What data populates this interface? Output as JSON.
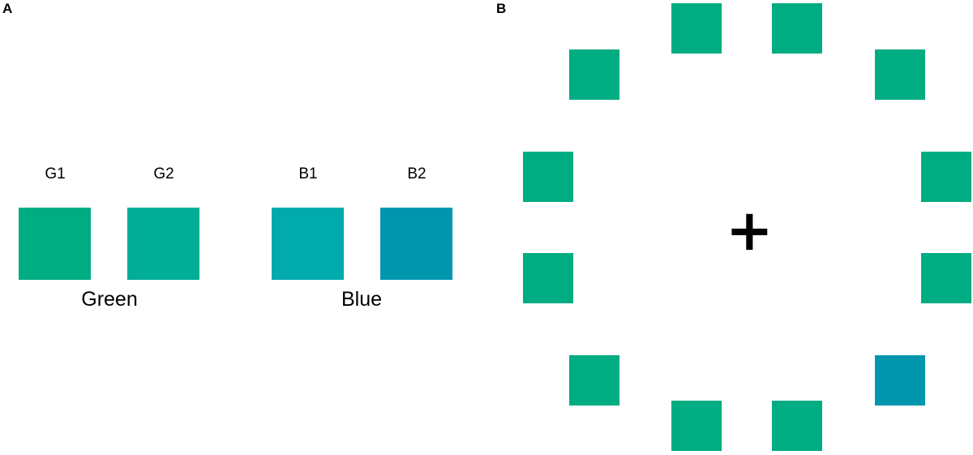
{
  "panels": {
    "a": {
      "letter": "A"
    },
    "b": {
      "letter": "B"
    }
  },
  "colors": {
    "G1": "#00AC82",
    "G2": "#00AD97",
    "B1": "#00AAAD",
    "B2": "#0096AE"
  },
  "panel_a": {
    "swatches": [
      {
        "label": "G1",
        "color": "#00AC82"
      },
      {
        "label": "G2",
        "color": "#00AD97"
      },
      {
        "label": "B1",
        "color": "#00AAAD"
      },
      {
        "label": "B2",
        "color": "#0096AE"
      }
    ],
    "groups": {
      "green": "Green",
      "blue": "Blue"
    }
  },
  "panel_b": {
    "fixation": "+",
    "item_count": 12,
    "target_index": 11,
    "distractor_color": "#00AC82",
    "target_color": "#0096AE"
  }
}
